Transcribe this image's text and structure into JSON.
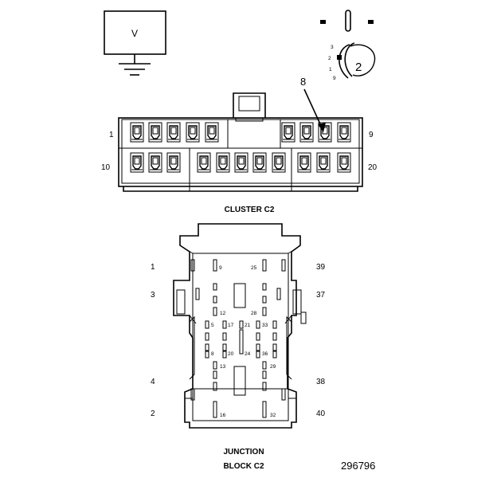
{
  "meter": {
    "symbol": "V"
  },
  "probe": {
    "numbers": [
      "3",
      "2",
      "1",
      "9"
    ],
    "pin_callout": "2"
  },
  "cluster": {
    "callout": "8",
    "pin_labels": {
      "top_left": "1",
      "top_right": "9",
      "bottom_left": "10",
      "bottom_right": "20"
    },
    "caption": "CLUSTER C2"
  },
  "junction": {
    "outer_labels": {
      "l1": "1",
      "l3": "3",
      "l4": "4",
      "l2": "2",
      "r39": "39",
      "r37": "37",
      "r38": "38",
      "r40": "40"
    },
    "inner_labels": [
      "9",
      "25",
      "12",
      "28",
      "5",
      "17",
      "21",
      "33",
      "8",
      "20",
      "24",
      "36",
      "13",
      "29",
      "16",
      "32"
    ],
    "caption_line1": "JUNCTION",
    "caption_line2": "BLOCK C2"
  },
  "figure_id": "296796"
}
